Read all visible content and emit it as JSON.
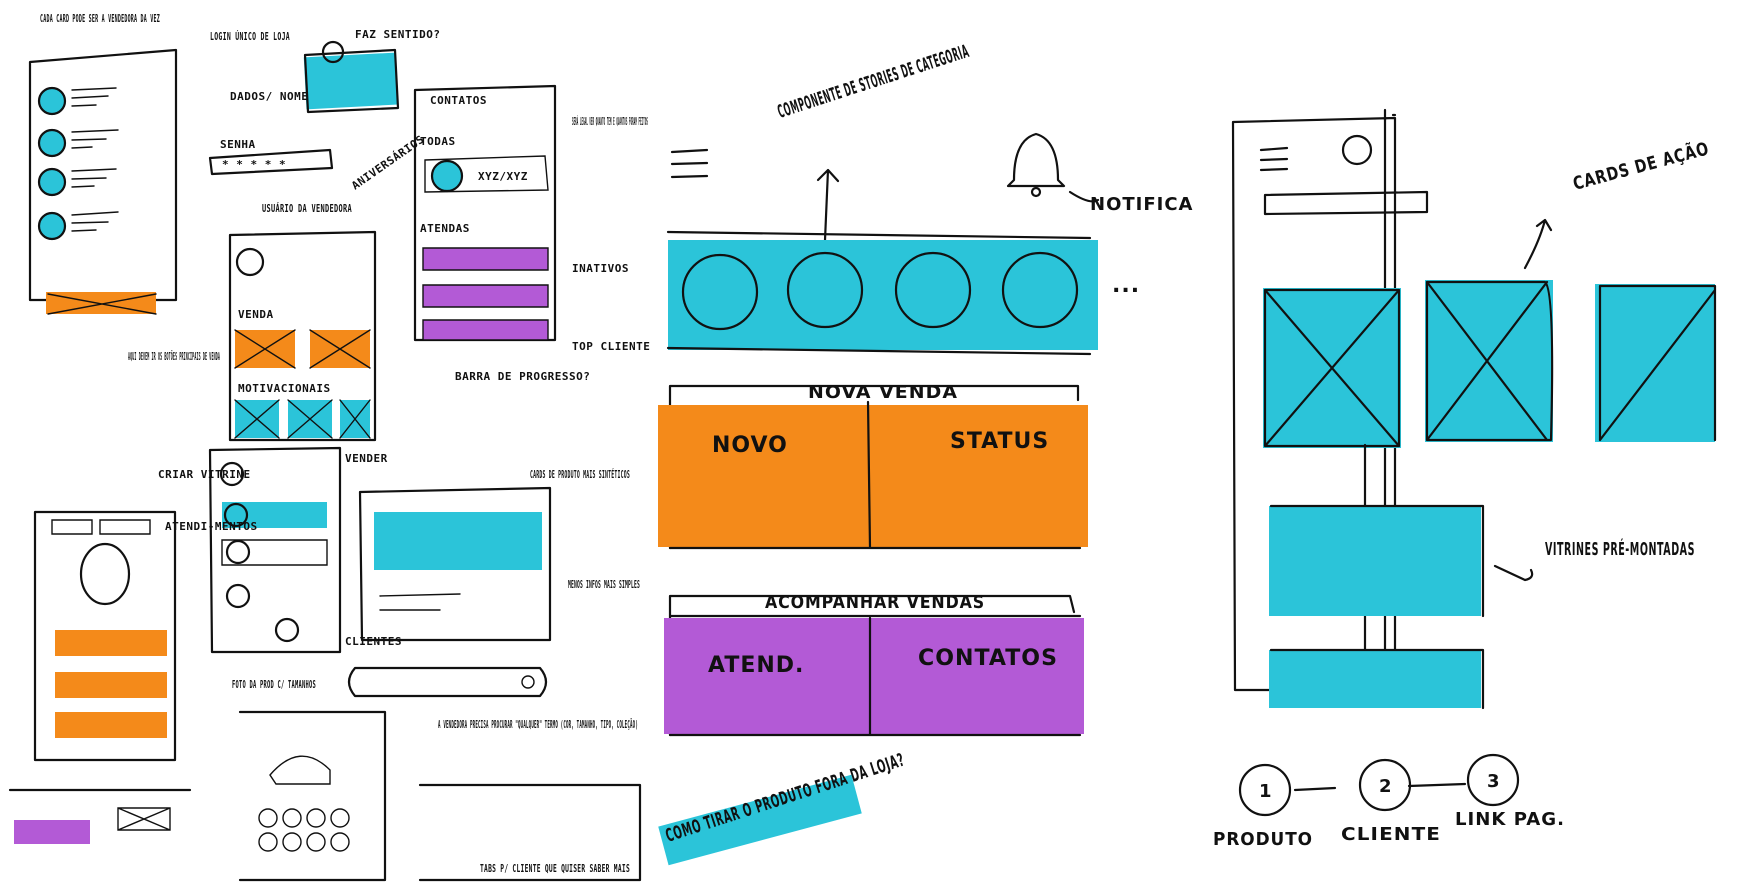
{
  "left": {
    "notes": {
      "card_note": "CADA CARD PODE SER A VENDEDORA DA VEZ",
      "login": "LOGIN ÚNICO DE LOJA",
      "faz_sentido": "FAZ SENTIDO?",
      "dados_nome": "DADOS/ NOME",
      "senha": "SENHA",
      "contatos": "CONTATOS",
      "todas": "TODAS",
      "atendas": "ATENDAS",
      "aniversarios": "ANIVERSÁRIOS",
      "sera_legal": "SERÁ LEGAL VER QUANTO TEM E QUANTOS FORAM FEITOS",
      "usuario_vendedora": "USUÁRIO DA VENDEDORA",
      "venda": "VENDA",
      "inativos": "INATIVOS",
      "top_clientes": "TOP CLIENTES",
      "barra_progresso": "BARRA DE PROGRESSO?",
      "botoes_note": "AQUI DEVEM IR OS BOTÕES PRINCIPAIS DE VENDA",
      "motivacionais": "MOTIVACIONAIS",
      "criar_vitrine": "CRIAR VITRINE",
      "atendimentos": "ATENDI-MENTOS",
      "vender": "VENDER",
      "clientes": "CLIENTES",
      "cards_produto": "CARDS DE PRODUTO MAIS SINTÉTICOS",
      "menos_infos": "MENOS INFOS MAIS SIMPLES",
      "foto_prod": "FOTO DA PROD C/ TAMANHOS",
      "vendedora_precisa": "A VENDEDORA PRECISA PROCURAR \"QUALQUER\" TERMO (COR, TAMANHO, TIPO, COLEÇÃO)",
      "tabs_note": "TABS P/ CLIENTE QUE QUISER SABER MAIS",
      "xyz": "XYZ/XYZ"
    }
  },
  "middle": {
    "stories_label": "COMPONENTE DE STORIES DE CATEGORIA",
    "notifica": "NOTIFICA",
    "ellipsis": "...",
    "nova_venda": "NOVA VENDA",
    "novo": "NOVO",
    "status": "STATUS",
    "acompanhar": "ACOMPANHAR VENDAS",
    "atend": "ATEND.",
    "contatos": "CONTATOS",
    "question": "COMO TIRAR O PRODUTO FORA DA LOJA?"
  },
  "right": {
    "cards_acao": "CARDS DE AÇÃO",
    "vitrines": "VITRINES PRÉ-MONTADAS",
    "steps": [
      {
        "num": "1",
        "label": "PRODUTO"
      },
      {
        "num": "2",
        "label": "CLIENTE"
      },
      {
        "num": "3",
        "label": "LINK PAG."
      }
    ]
  },
  "colors": {
    "cyan": "#2bc4d9",
    "orange": "#f48a1a",
    "purple": "#b35ad6",
    "ink": "#111111"
  }
}
